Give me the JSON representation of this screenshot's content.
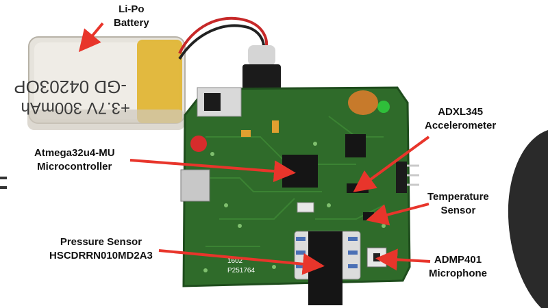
{
  "labels": {
    "battery": [
      "Li-Po",
      "Battery"
    ],
    "adxl": [
      "ADXL345",
      "Accelerometer"
    ],
    "mcu": [
      "Atmega32u4-MU",
      "Microcontroller"
    ],
    "temp": [
      "Temperature",
      "Sensor"
    ],
    "pressure": [
      "Pressure Sensor",
      "HSCDRRN010MD2A3"
    ],
    "mic": [
      "ADMP401",
      "Microphone"
    ]
  },
  "battery_print": [
    "-GD 04203OP",
    "+3.7V 300mAh"
  ],
  "board_print": [
    "1602",
    "P251764"
  ],
  "colors": {
    "arrow": "#e8352b",
    "pcb": "#2f6b2a",
    "pcb_dark": "#1f4d1d",
    "battery_wrap": "#e6e3dc",
    "battery_tape": "#e0b42c"
  }
}
